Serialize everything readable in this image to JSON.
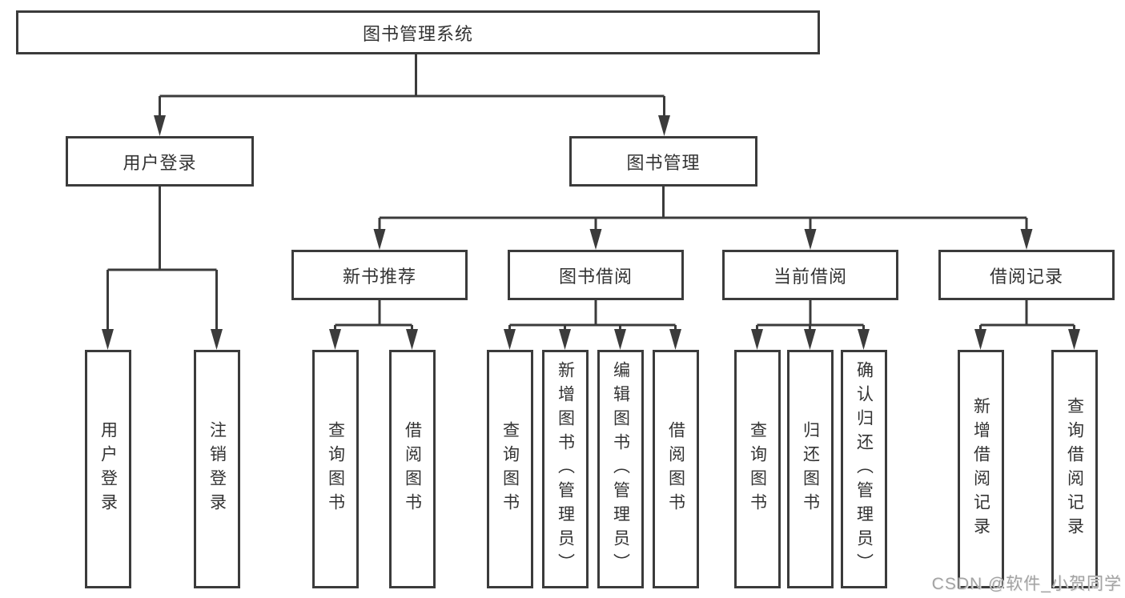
{
  "diagram": {
    "root": {
      "label": "图书管理系统"
    },
    "level2": [
      {
        "label": "用户登录"
      },
      {
        "label": "图书管理"
      }
    ],
    "level3": [
      {
        "label": "新书推荐"
      },
      {
        "label": "图书借阅"
      },
      {
        "label": "当前借阅"
      },
      {
        "label": "借阅记录"
      }
    ],
    "level4": {
      "user_login": [
        {
          "label": "用户登录"
        },
        {
          "label": "注销登录"
        }
      ],
      "new_book_rec": [
        {
          "label": "查询图书"
        },
        {
          "label": "借阅图书"
        }
      ],
      "book_borrow": [
        {
          "label": "查询图书"
        },
        {
          "label": "新增图书（管理员）"
        },
        {
          "label": "编辑图书（管理员）"
        },
        {
          "label": "借阅图书"
        }
      ],
      "current_borrow": [
        {
          "label": "查询图书"
        },
        {
          "label": "归还图书"
        },
        {
          "label": "确认归还（管理员）"
        }
      ],
      "borrow_records": [
        {
          "label": "新增借阅记录"
        },
        {
          "label": "查询借阅记录"
        }
      ]
    }
  },
  "watermark": {
    "text": "CSDN @软件_小贺同学"
  },
  "colors": {
    "line": "#3b3b3b",
    "text": "#333333",
    "box_fill": "#ffffff",
    "background": "#ffffff",
    "watermark": "#a3a3a3"
  }
}
